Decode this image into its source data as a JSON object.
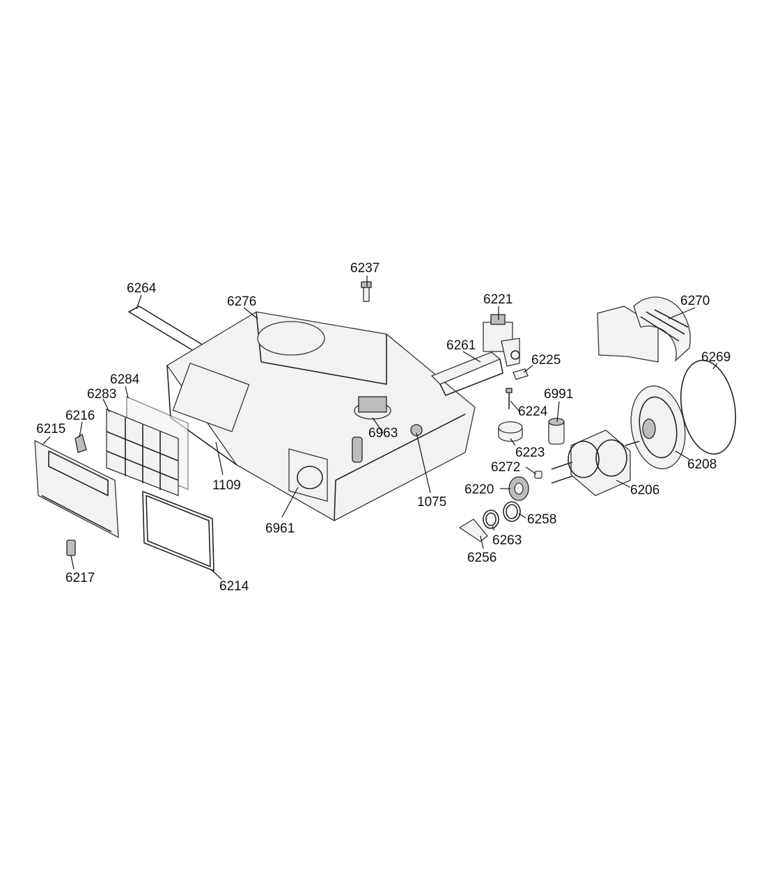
{
  "diagram": {
    "callouts": [
      "6237",
      "6264",
      "6276",
      "6221",
      "6270",
      "6261",
      "6225",
      "6269",
      "6284",
      "6283",
      "6216",
      "6215",
      "6991",
      "6224",
      "6963",
      "6223",
      "6272",
      "1109",
      "6220",
      "6206",
      "6208",
      "1075",
      "6961",
      "6258",
      "6263",
      "6256",
      "6217",
      "6214"
    ]
  }
}
